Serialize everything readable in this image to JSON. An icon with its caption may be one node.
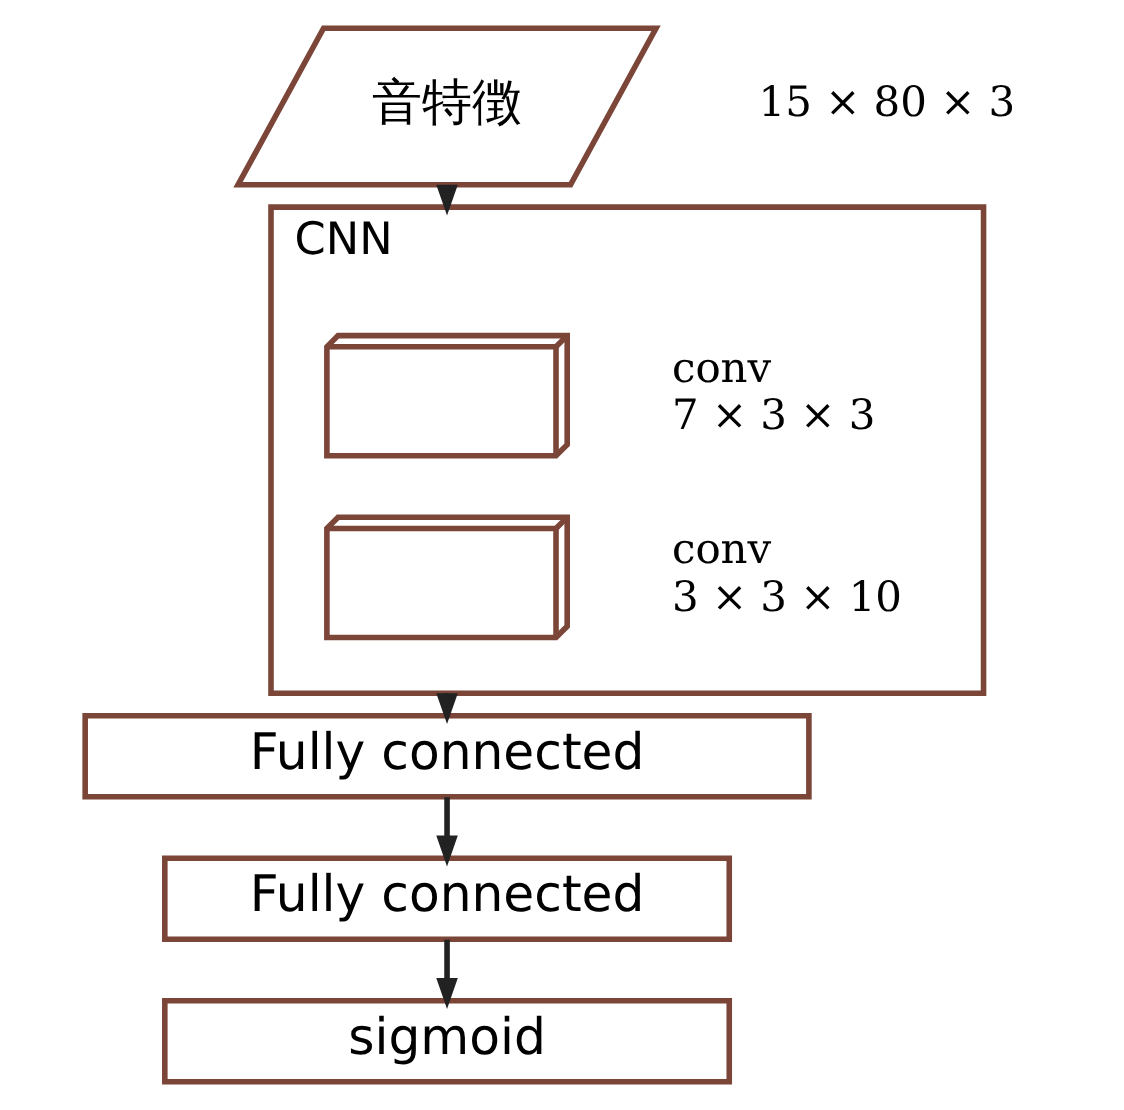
{
  "diagram": {
    "nodes": [
      {
        "text": [
          "音特徴"
        ],
        "beside": [
          "15 × 80 × 3"
        ]
      },
      {
        "text": [
          "CNN"
        ]
      },
      {
        "text": [],
        "shape": "box",
        "in": 1,
        "beside": [
          "conv",
          "7 × 3 × 3"
        ]
      },
      {
        "text": [],
        "shape": "box",
        "in": 1,
        "beside": [
          "conv",
          "3 × 3 × 10"
        ]
      },
      {
        "text": [
          "Fully connected"
        ]
      },
      {
        "text": [
          "Fully connected"
        ]
      },
      {
        "text": [
          "sigmoid"
        ]
      }
    ],
    "edges": [
      {
        "from": 0,
        "to": 1,
        "arrow": "to"
      },
      {
        "from": 1,
        "to": 4,
        "arrow": "to"
      },
      {
        "from": 4,
        "to": 5,
        "arrow": "to"
      },
      {
        "from": 5,
        "to": 6,
        "arrow": "to"
      }
    ]
  }
}
